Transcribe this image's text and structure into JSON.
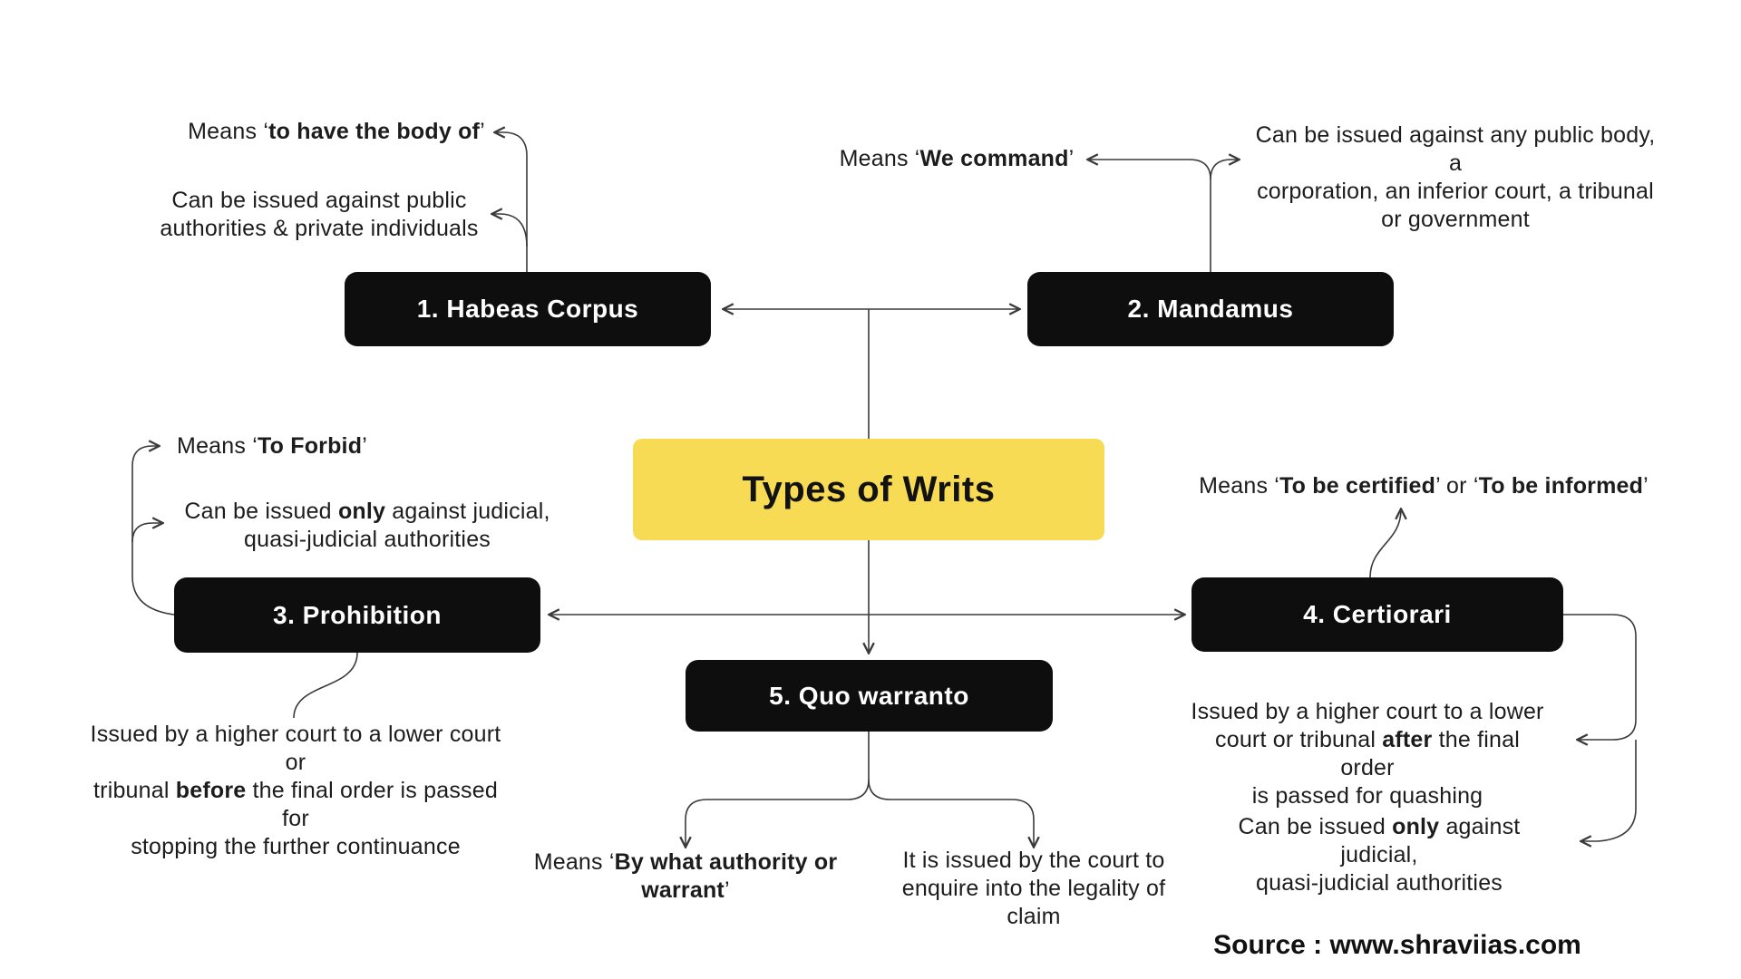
{
  "central": {
    "title": "Types of Writs"
  },
  "nodes": [
    {
      "label": "1. Habeas Corpus"
    },
    {
      "label": "2. Mandamus"
    },
    {
      "label": "3. Prohibition"
    },
    {
      "label": "4. Certiorari"
    },
    {
      "label": "5. Quo warranto"
    }
  ],
  "annotations": {
    "habeas_meaning": [
      {
        "t": "Means ‘"
      },
      {
        "t": "to have the body of",
        "b": true
      },
      {
        "t": "’"
      }
    ],
    "habeas_issue": [
      {
        "t": "Can be issued against public\nauthorities & private individuals"
      }
    ],
    "mandamus_meaning": [
      {
        "t": "Means ‘"
      },
      {
        "t": "We command",
        "b": true
      },
      {
        "t": "’"
      }
    ],
    "mandamus_issue": [
      {
        "t": "Can be issued against any public body, a\ncorporation, an inferior court, a tribunal\nor government"
      }
    ],
    "prohibition_meaning": [
      {
        "t": "Means ‘"
      },
      {
        "t": "To Forbid",
        "b": true
      },
      {
        "t": "’"
      }
    ],
    "prohibition_issue": [
      {
        "t": "Can be issued "
      },
      {
        "t": "only",
        "b": true
      },
      {
        "t": " against judicial,\nquasi-judicial authorities"
      }
    ],
    "prohibition_note": [
      {
        "t": "Issued by a higher court to a lower court or\ntribunal "
      },
      {
        "t": "before",
        "b": true
      },
      {
        "t": " the final order is passed for\nstopping the further continuance"
      }
    ],
    "certiorari_meaning": [
      {
        "t": "Means ‘"
      },
      {
        "t": "To be certified",
        "b": true
      },
      {
        "t": "’ or ‘"
      },
      {
        "t": "To be informed",
        "b": true
      },
      {
        "t": "’"
      }
    ],
    "certiorari_note1": [
      {
        "t": "Issued by a higher court to a lower\ncourt or tribunal "
      },
      {
        "t": "after",
        "b": true
      },
      {
        "t": " the final order\nis passed for quashing"
      }
    ],
    "certiorari_note2": [
      {
        "t": "Can be issued "
      },
      {
        "t": "only",
        "b": true
      },
      {
        "t": " against judicial,\nquasi-judicial authorities"
      }
    ],
    "quo_meaning": [
      {
        "t": "Means ‘"
      },
      {
        "t": "By what authority or\nwarrant",
        "b": true
      },
      {
        "t": "’"
      }
    ],
    "quo_note": [
      {
        "t": "It is issued by the court to\nenquire into the legality of\nclaim"
      }
    ]
  },
  "source": {
    "label": "Source : www.shraviias.com"
  },
  "colors": {
    "node_bg": "#0e0e0e",
    "node_text": "#ffffff",
    "accent_yellow": "#f7db55",
    "line": "#3a3a3a",
    "text": "#1c1c1c"
  }
}
